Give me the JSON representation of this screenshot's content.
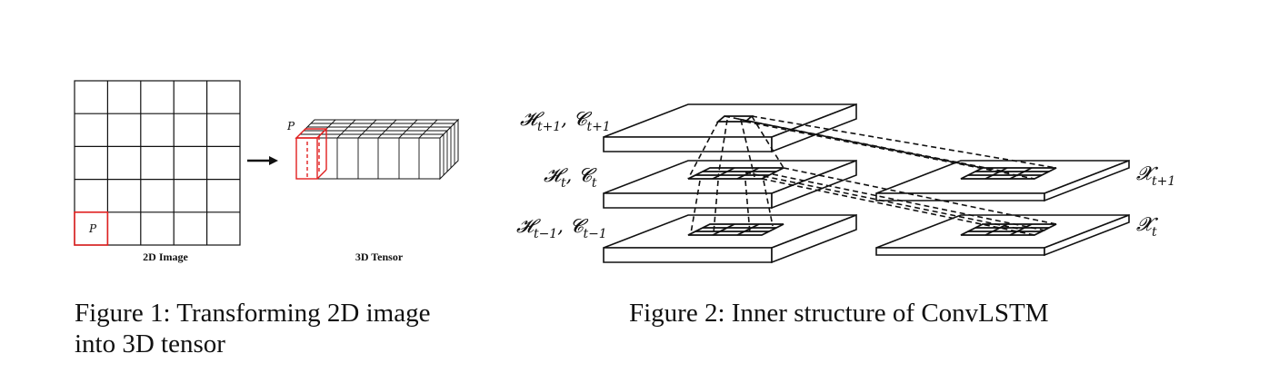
{
  "figure1": {
    "caption": "Figure 1: Transforming 2D image into 3D tensor",
    "image_label": "2D Image",
    "tensor_label": "3D Tensor",
    "pixel_label": "P",
    "tensor_pixel_label": "P",
    "grid_rows": 5,
    "grid_cols": 5,
    "highlight_color": "#e02020"
  },
  "figure2": {
    "caption": "Figure 2: Inner structure of ConvLSTM",
    "state_labels": {
      "top": {
        "main": "𝓗",
        "sub1": "t+1",
        "sep": ", ",
        "main2": "𝓒",
        "sub2": "t+1"
      },
      "mid": {
        "main": "𝓗",
        "sub1": "t",
        "sep": ", ",
        "main2": "𝓒",
        "sub2": "t"
      },
      "bot": {
        "main": "𝓗",
        "sub1": "t−1",
        "sep": ", ",
        "main2": "𝓒",
        "sub2": "t−1"
      }
    },
    "input_labels": {
      "top": {
        "main": "𝓧",
        "sub": "t+1"
      },
      "bot": {
        "main": "𝓧",
        "sub": "t"
      }
    }
  }
}
